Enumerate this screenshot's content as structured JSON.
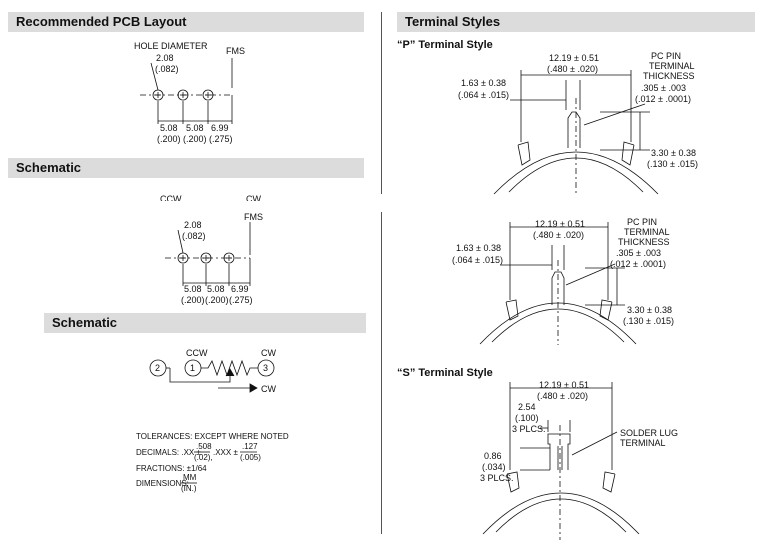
{
  "sections": {
    "pcb_layout": "Recommended PCB Layout",
    "schematic": "Schematic",
    "terminal_styles": "Terminal Styles"
  },
  "pcb": {
    "hole_diameter_label": "HOLE DIAMETER",
    "hole_mm": "2.08",
    "hole_in": "(.082)",
    "fms": "FMS",
    "spacing": [
      {
        "mm": "5.08",
        "in": "(.200)"
      },
      {
        "mm": "5.08",
        "in": "(.200)"
      },
      {
        "mm": "6.99",
        "in": "(.275)"
      }
    ]
  },
  "pcb2": {
    "ccw": "CCW",
    "cw": "CW",
    "fms": "FMS",
    "hole_mm": "2.08",
    "hole_in": "(.082)",
    "spacing": [
      {
        "mm": "5.08",
        "in": "(.200)"
      },
      {
        "mm": "5.08",
        "in": "(.200)"
      },
      {
        "mm": "6.99",
        "in": "(.275)"
      }
    ]
  },
  "schematic": {
    "title": "Schematic",
    "pin1": "1",
    "pin2": "2",
    "pin3": "3",
    "ccw": "CCW",
    "cw_top": "CW",
    "cw_arrow": "CW"
  },
  "tolerances": {
    "line1": "TOLERANCES: EXCEPT WHERE NOTED",
    "decimals_label": "DECIMALS: .XX ±",
    "dec_xx_num": ".508",
    "dec_xx_den": "(.02),",
    "dec_xxx_label": ".XXX ±",
    "dec_xxx_num": ".127",
    "dec_xxx_den": "(.005)",
    "fractions": "FRACTIONS: ±1/64",
    "dimensions_label": "DIMENSIONS:",
    "dim_num": "MM",
    "dim_den": "(IN.)"
  },
  "p_style": {
    "title": "“P” Terminal Style",
    "width_mm": "12.19 ± 0.51",
    "width_in": "(.480 ± .020)",
    "left_mm": "1.63 ± 0.38",
    "left_in": "(.064 ± .015)",
    "pin_label_1": "PC PIN",
    "pin_label_2": "TERMINAL",
    "pin_label_3": "THICKNESS",
    "pin_mm": ".305 ± .003",
    "pin_in": "(.012 ± .0001)",
    "height_mm": "3.30 ± 0.38",
    "height_in": "(.130 ± .015)"
  },
  "p_style2": {
    "width_mm": "12.19 ± 0.51",
    "width_in": "(.480 ± .020)",
    "left_mm": "1.63 ± 0.38",
    "left_in": "(.064 ± .015)",
    "pin_label_1": "PC PIN",
    "pin_label_2": "TERMINAL",
    "pin_label_3": "THICKNESS",
    "pin_mm": ".305 ± .003",
    "pin_in": "(.012 ± .0001)",
    "height_mm": "3.30 ± 0.38",
    "height_in": "(.130 ± .015)"
  },
  "s_style": {
    "title": "“S” Terminal Style",
    "width_mm": "12.19 ± 0.51",
    "width_in": "(.480 ± .020)",
    "lug_mm": "2.54",
    "lug_in": "(.100)",
    "lug_plcs": "3 PLCS.",
    "solder_1": "SOLDER LUG",
    "solder_2": "TERMINAL",
    "thick_mm": "0.86",
    "thick_in": "(.034)",
    "thick_plcs": "3 PLCS."
  }
}
